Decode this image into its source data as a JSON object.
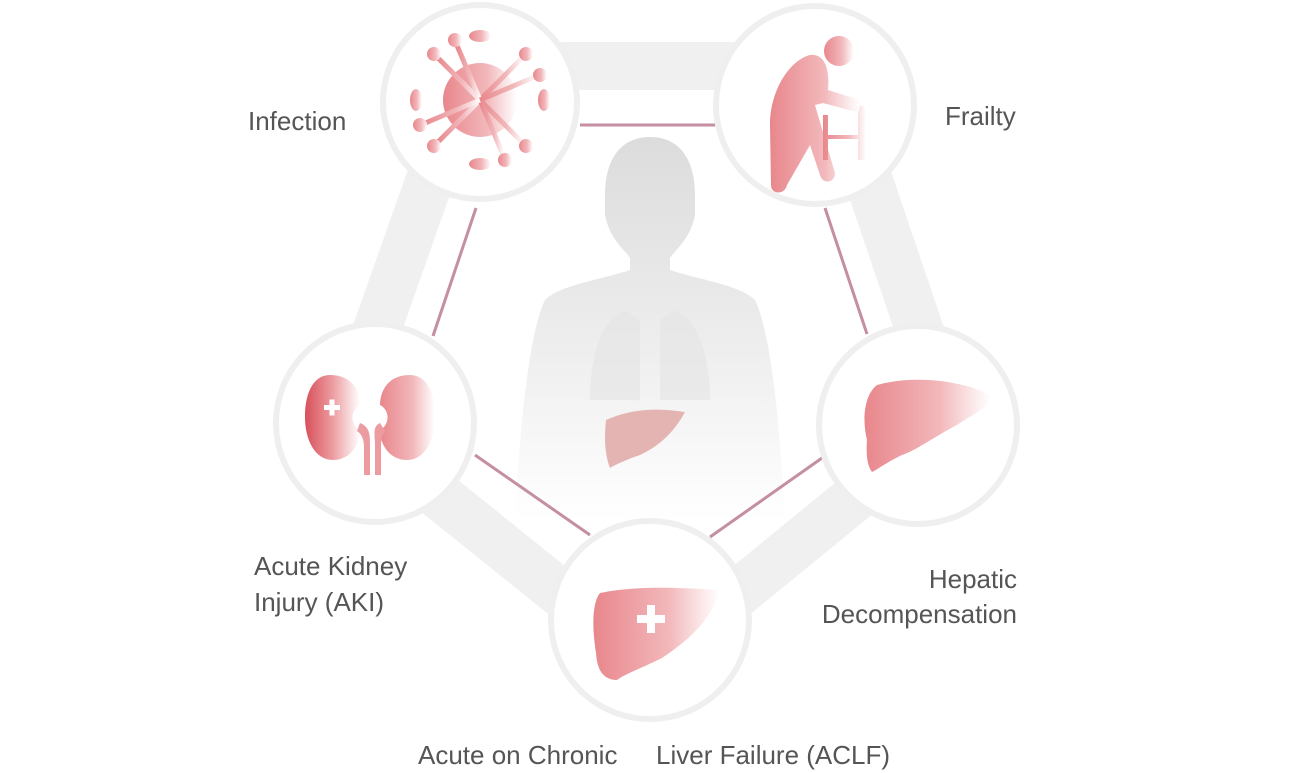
{
  "nodes": {
    "infection": {
      "label": "Infection",
      "icon": "virus-icon"
    },
    "frailty": {
      "label": "Frailty",
      "icon": "elderly-walker-icon"
    },
    "aki": {
      "label_line1": "Acute Kidney",
      "label_line2": "Injury (AKI)",
      "icon": "kidneys-icon"
    },
    "hepatic": {
      "label_line1": "Hepatic",
      "label_line2": "Decompensation",
      "icon": "liver-icon"
    },
    "aclf": {
      "label_part1": "Acute on Chronic",
      "label_part2": "Liver Failure (ACLF)",
      "icon": "liver-plus-icon"
    }
  },
  "colors": {
    "accent": "#e88a8e",
    "connector": "#c48ea3",
    "band": "#f0f0f0",
    "text": "#555555"
  }
}
